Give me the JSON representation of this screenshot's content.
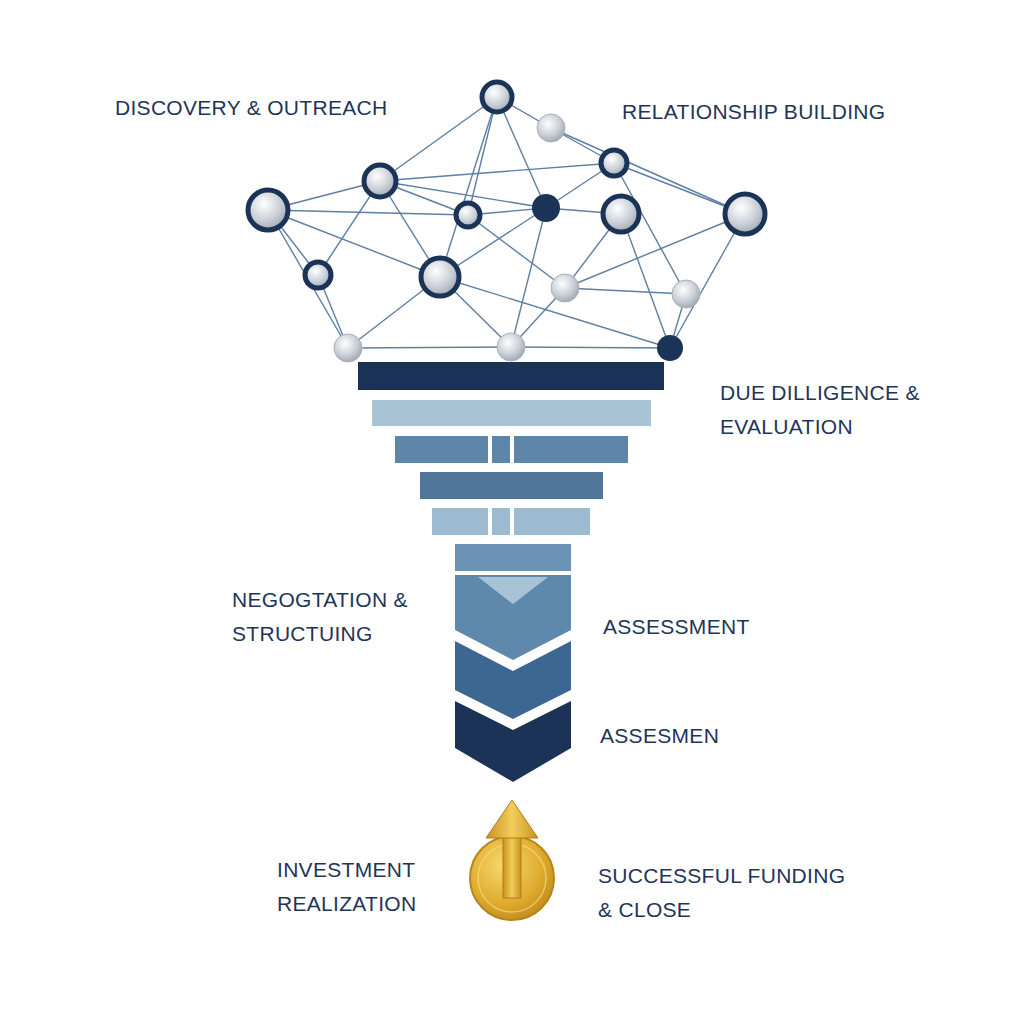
{
  "diagram": {
    "labels": [
      "DISCOVERY & OUTREACH",
      "RELATIONSHIP BUILDING",
      "DUE DILLIGENCE & EVALUATION",
      "NEGOGTATION & STRUCTUING",
      "ASSESSMENT",
      "ASSESMEN",
      "INVESTMENT REALIZATION",
      "SUCCESSFUL FUNDING & CLOSE"
    ]
  }
}
